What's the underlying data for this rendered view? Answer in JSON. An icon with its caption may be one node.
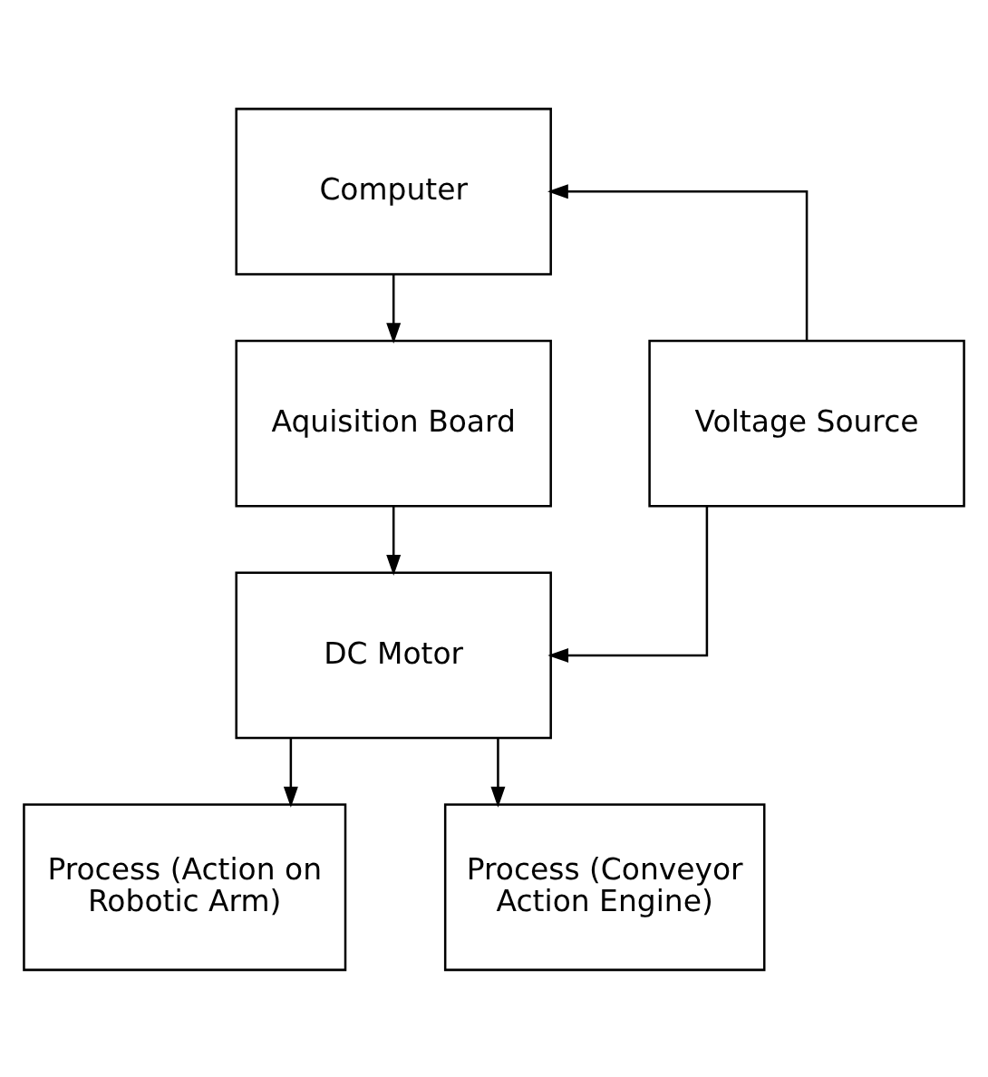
{
  "diagram": {
    "nodes": [
      {
        "text": [
          "Computer"
        ]
      },
      {
        "text": [
          "Aquisition Board"
        ]
      },
      {
        "text": [
          "Voltage Source"
        ]
      },
      {
        "text": [
          "DC Motor"
        ]
      },
      {
        "text": [
          "Process (Action on Robotic Arm)"
        ]
      },
      {
        "text": [
          "Process (Conveyor Action Engine)"
        ]
      }
    ],
    "edges": [
      {
        "from": 0,
        "to": 1,
        "arrow": "to"
      },
      {
        "from": 2,
        "to": 0,
        "arrow": "to"
      },
      {
        "from": 1,
        "to": 3,
        "arrow": "to"
      },
      {
        "from": 2,
        "to": 3,
        "arrow": "to"
      },
      {
        "from": 3,
        "to": 4,
        "arrow": "to"
      },
      {
        "from": 3,
        "to": 5,
        "arrow": "to"
      }
    ]
  }
}
